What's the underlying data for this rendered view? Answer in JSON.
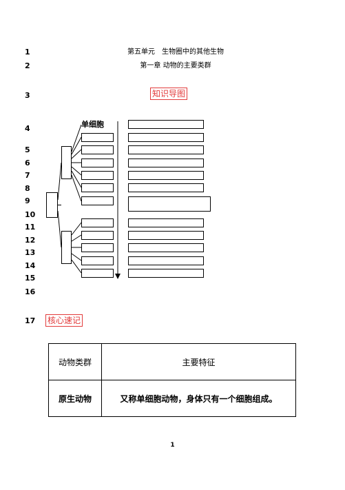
{
  "header": {
    "unit_title": "第五单元　生物圈中的其他生物",
    "chapter_title": "第一章 动物的主要类群"
  },
  "line_numbers": [
    "1",
    "2",
    "3",
    "4",
    "5",
    "6",
    "7",
    "8",
    "9",
    "10",
    "11",
    "12",
    "13",
    "14",
    "15",
    "16",
    "17"
  ],
  "sections": {
    "mind_map": "知识导图",
    "key_notes": "核心速记"
  },
  "mind_map": {
    "first_node_label": "单细胞"
  },
  "table": {
    "headers": [
      "动物类群",
      "主要特征"
    ],
    "rows": [
      [
        "原生动物",
        "又称单细胞动物，身体只有一个细胞组成。"
      ]
    ]
  },
  "page_number": "1"
}
